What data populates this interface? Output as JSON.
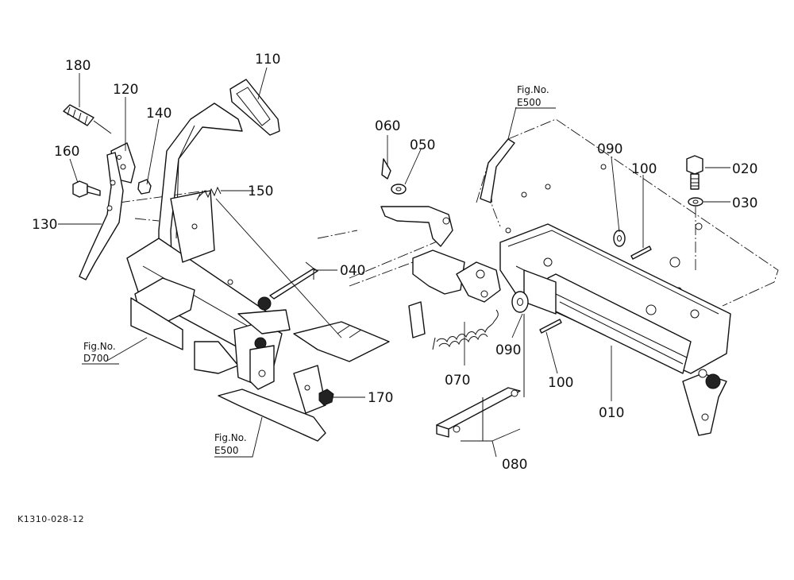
{
  "diagram": {
    "callouts": {
      "p010": "010",
      "p020": "020",
      "p030": "030",
      "p040": "040",
      "p050": "050",
      "p060": "060",
      "p070": "070",
      "p080": "080",
      "p090a": "090",
      "p090b": "090",
      "p100a": "100",
      "p100b": "100",
      "p110": "110",
      "p120": "120",
      "p130": "130",
      "p140": "140",
      "p150": "150",
      "p160": "160",
      "p170": "170",
      "p180": "180"
    },
    "figure_refs": {
      "d700": {
        "title": "Fig.No.",
        "code": "D700"
      },
      "e500_left": {
        "title": "Fig.No.",
        "code": "E500"
      },
      "e500_top": {
        "title": "Fig.No.",
        "code": "E500"
      }
    },
    "footer_code": "K1310-028-12"
  }
}
